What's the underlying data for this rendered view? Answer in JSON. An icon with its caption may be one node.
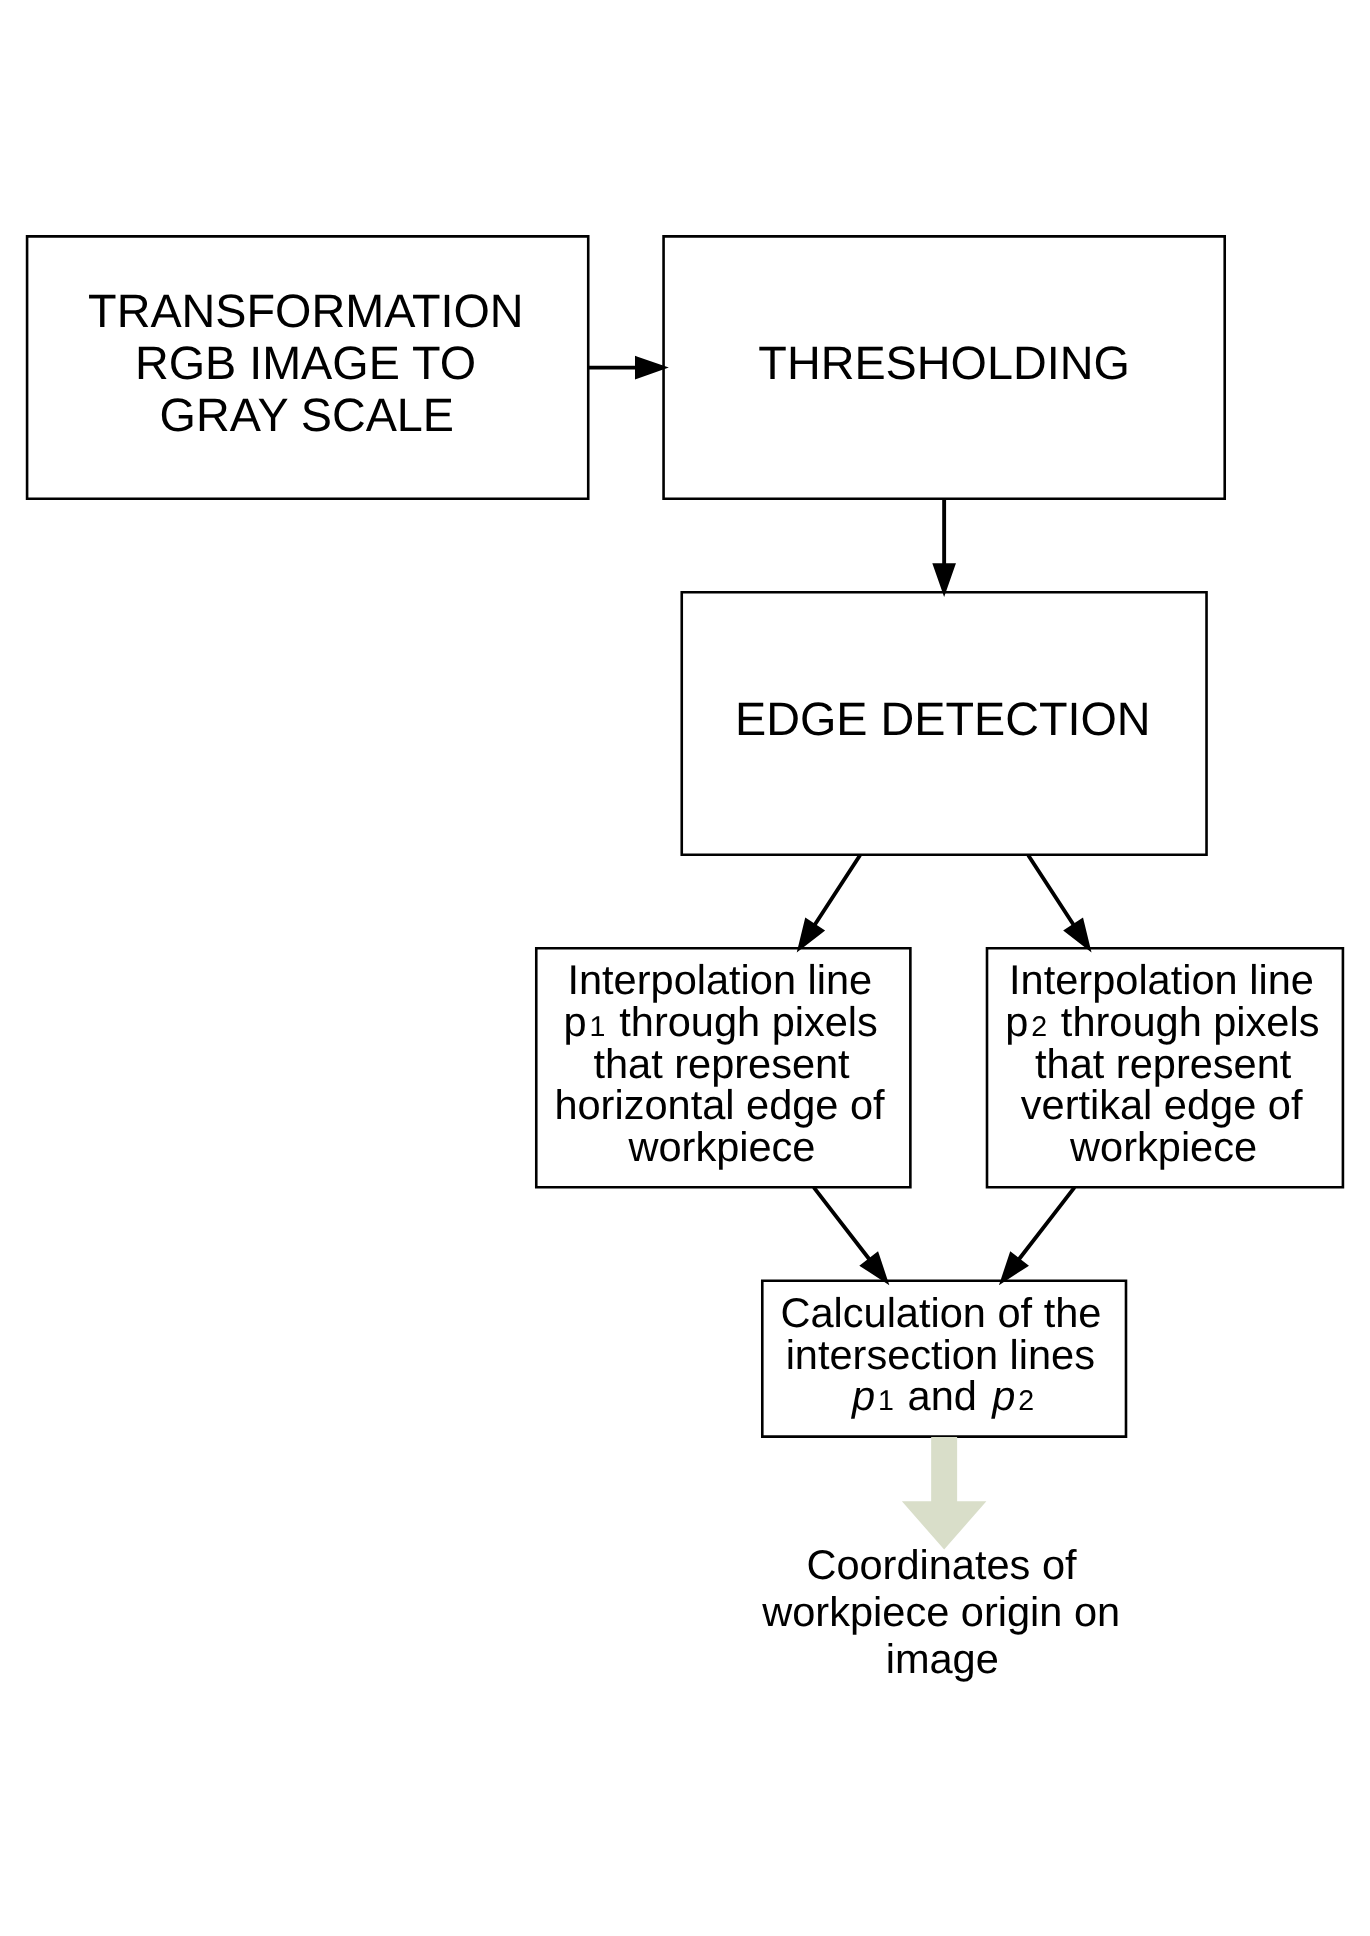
{
  "diagram": {
    "nodes": [
      {
        "text": [
          "TRANSFORMATION RGB IMAGE TO GRAY SCALE"
        ]
      },
      {
        "text": [
          "THRESHOLDING"
        ]
      },
      {
        "text": [
          "EDGE DETECTION"
        ]
      },
      {
        "text": [
          "Interpolation line p$_{1}$ through pixels that represent horizontal edge of workpiece"
        ]
      },
      {
        "text": [
          "Interpolation line p$_{2}$ through pixels that represent vertikal edge of workpiece"
        ]
      },
      {
        "text": [
          "Calculation of the intersection lines *p*$_{1}$ and *p*$_{2}$"
        ]
      },
      {
        "text": [
          "Coordinates of workpiece origin on image"
        ]
      }
    ],
    "edges": [
      {
        "from": 0,
        "to": 1,
        "arrow": "to"
      },
      {
        "from": 1,
        "to": 2,
        "arrow": "to"
      },
      {
        "from": 2,
        "to": 3,
        "arrow": "to"
      },
      {
        "from": 2,
        "to": 4,
        "arrow": "to"
      },
      {
        "from": 3,
        "to": 5,
        "arrow": "to"
      },
      {
        "from": 4,
        "to": 5,
        "arrow": "to"
      },
      {
        "from": 5,
        "to": 6,
        "arrow": "to",
        "style": "thick",
        "color": "#d9dec9"
      }
    ]
  }
}
